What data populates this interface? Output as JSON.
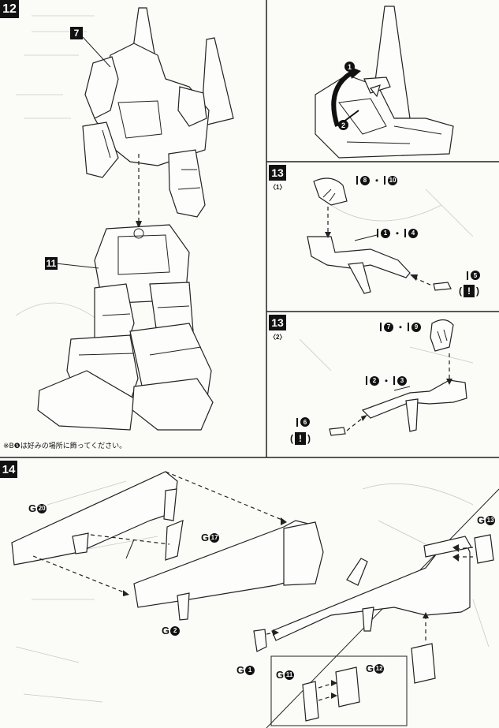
{
  "steps": {
    "s12": {
      "number": "12",
      "part_label": "7",
      "body_label": "11",
      "note": "※B❺は好みの場所に飾ってください。"
    },
    "s12b": {
      "arrow1": "1",
      "arrow2": "2"
    },
    "s13_1": {
      "number": "13",
      "sub": "〈1〉",
      "grip_parts": [
        "8",
        "10"
      ],
      "gun_parts": [
        "1",
        "4"
      ],
      "small_part": "5"
    },
    "s13_2": {
      "number": "13",
      "sub": "〈2〉",
      "grip_parts": [
        "7",
        "9"
      ],
      "gun_parts": [
        "2",
        "3"
      ],
      "small_part": "6"
    },
    "s14": {
      "number": "14",
      "labels": {
        "g20": {
          "letter": "G",
          "num": "20"
        },
        "g17": {
          "letter": "G",
          "num": "17"
        },
        "g2": {
          "letter": "G",
          "num": "2"
        },
        "g13": {
          "letter": "G",
          "num": "13"
        },
        "g1": {
          "letter": "G",
          "num": "1"
        },
        "g11": {
          "letter": "G",
          "num": "11"
        },
        "g12": {
          "letter": "G",
          "num": "12"
        }
      }
    }
  },
  "caution_symbol": "!",
  "separator": "・"
}
